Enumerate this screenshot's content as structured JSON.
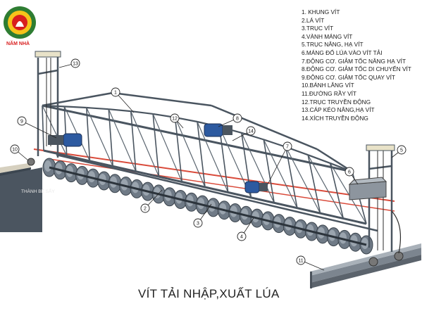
{
  "logo": {
    "text": "NĂM NHÀ",
    "brand_color": "#d81e1e",
    "accent_color": "#2e7d32",
    "sun_color": "#f6c31a"
  },
  "legend": {
    "items": [
      "1. KHUNG VÍT",
      "2.LÁ VÍT",
      "3.TRỤC VÍT",
      "4.VÀNH MÁNG VÍT",
      "5.TRỤC NÂNG, HẠ VÍT",
      "6.MÁNG ĐỔ LÚA VÀO VÍT TẢI",
      "7.ĐỘNG CƠ. GIẢM TỐC NÂNG HẠ VÍT",
      "8.ĐỘNG CƠ. GIẢM TỐC DI CHUYỂN VÍT",
      "9.ĐỘNG CƠ. GIẢM TỐC QUAY VÍT",
      "10.BÁNH LĂNG VÍT",
      "11.ĐƯỜNG RẦY VÍT",
      "12.TRỤC TRUYỀN ĐỘNG",
      "13.CÁP KÉO NÂNG,HẠ VÍT",
      "14.XÍCH TRUYỀN ĐỘNG"
    ]
  },
  "callouts": [
    "1",
    "2",
    "3",
    "4",
    "5",
    "6",
    "7",
    "8",
    "9",
    "10",
    "11",
    "12",
    "13",
    "14"
  ],
  "floor_label": "THÀNH BỂ SẤY",
  "title": "VÍT TẢI NHẬP,XUẤT LÚA",
  "colors": {
    "frame": "#4a5560",
    "frame_light": "#8c96a0",
    "screw": "#6f7a86",
    "wall": "#3c4650",
    "wall_top": "#c8c2b0",
    "rail": "#5e6670",
    "red_line": "#d94a3a",
    "motor": "#2d5aa0"
  }
}
